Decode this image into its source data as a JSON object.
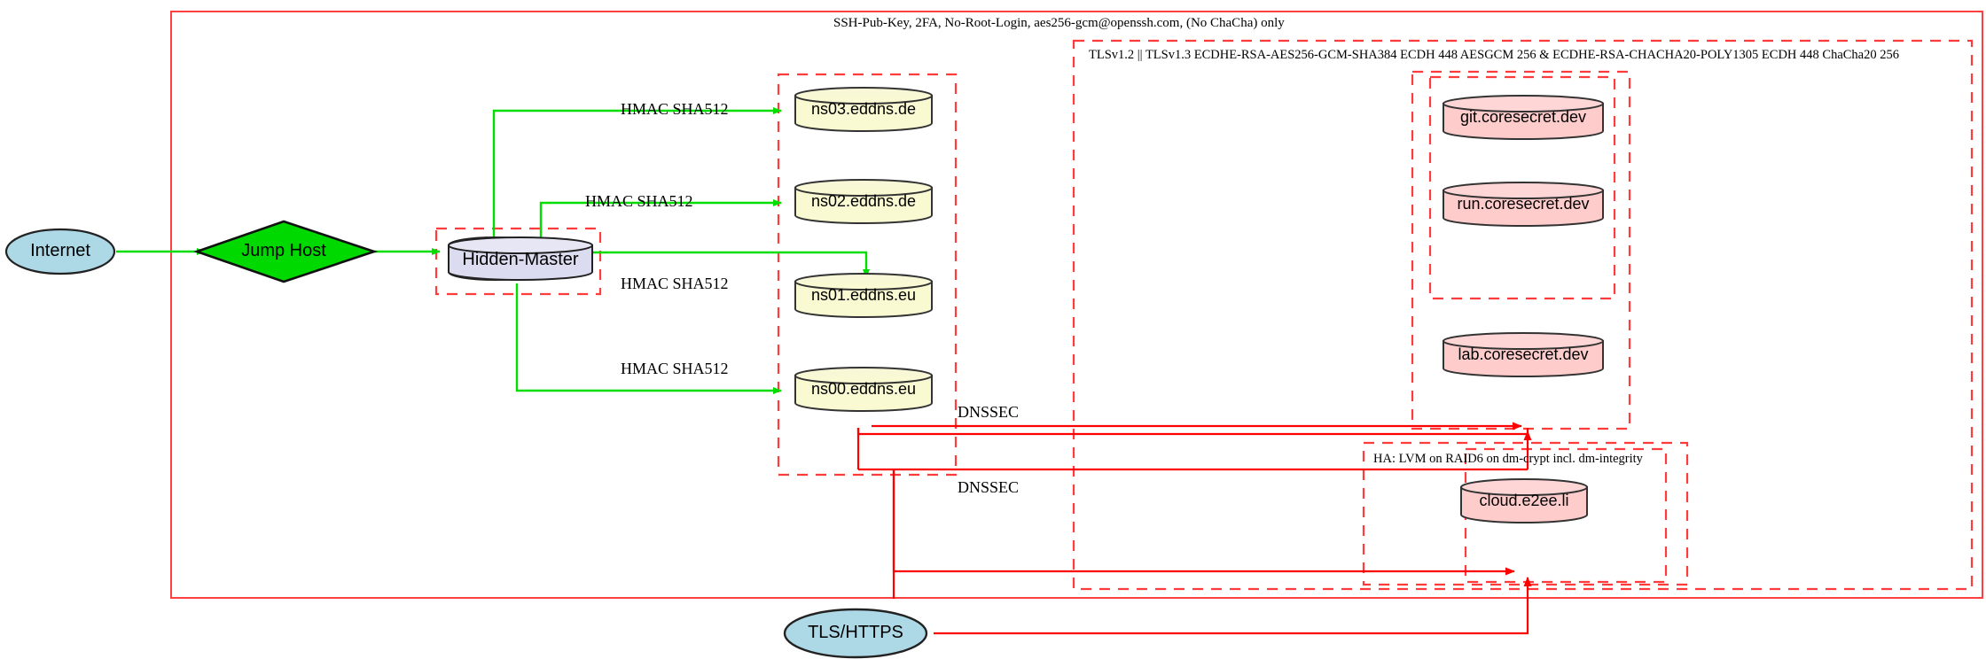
{
  "diagram": {
    "title_note": "SSH-Pub-Key, 2FA, No-Root-Login, aes256-gcm@openssh.com, (No ChaCha) only",
    "colors": {
      "boundary_red": "#ff0000",
      "edge_green": "#00dd00",
      "edge_red": "#ff0000",
      "internet_fill": "#add8e6",
      "jumphost_fill": "#00d900",
      "master_fill": "#dcdcf0",
      "dns_fill": "#fafad2",
      "service_fill": "#ffcccc",
      "tls_fill": "#add8e6"
    },
    "zones": {
      "outer_boundary_label": "SSH-Pub-Key, 2FA, No-Root-Login, aes256-gcm@openssh.com, (No ChaCha) only",
      "tls_zone_label": "TLSv1.2 || TLSv1.3 ECDHE-RSA-AES256-GCM-SHA384 ECDH 448 AESGCM 256 & ECDHE-RSA-CHACHA20-POLY1305 ECDH 448 ChaCha20 256",
      "ha_zone_label": "HA: LVM on RAID6 on dm-crypt incl. dm-integrity"
    },
    "nodes": [
      {
        "id": "internet",
        "label": "Internet",
        "shape": "ellipse"
      },
      {
        "id": "jumphost",
        "label": "Jump Host",
        "shape": "diamond"
      },
      {
        "id": "hidden-master",
        "label": "Hidden-Master",
        "shape": "cylinder"
      },
      {
        "id": "ns03",
        "label": "ns03.eddns.de",
        "shape": "cylinder"
      },
      {
        "id": "ns02",
        "label": "ns02.eddns.de",
        "shape": "cylinder"
      },
      {
        "id": "ns01",
        "label": "ns01.eddns.eu",
        "shape": "cylinder"
      },
      {
        "id": "ns00",
        "label": "ns00.eddns.eu",
        "shape": "cylinder"
      },
      {
        "id": "git",
        "label": "git.coresecret.dev",
        "shape": "cylinder"
      },
      {
        "id": "run",
        "label": "run.coresecret.dev",
        "shape": "cylinder"
      },
      {
        "id": "lab",
        "label": "lab.coresecret.dev",
        "shape": "cylinder"
      },
      {
        "id": "cloud",
        "label": "cloud.e2ee.li",
        "shape": "cylinder"
      },
      {
        "id": "tlshttps",
        "label": "TLS/HTTPS",
        "shape": "ellipse"
      }
    ],
    "edge_labels": {
      "hmac": "HMAC SHA512",
      "dnssec": "DNSSEC"
    },
    "edges": [
      {
        "from": "internet",
        "to": "jumphost",
        "label": "",
        "color": "green"
      },
      {
        "from": "jumphost",
        "to": "hidden-master",
        "label": "",
        "color": "green"
      },
      {
        "from": "hidden-master",
        "to": "ns03",
        "label": "HMAC SHA512",
        "color": "green"
      },
      {
        "from": "hidden-master",
        "to": "ns02",
        "label": "HMAC SHA512",
        "color": "green"
      },
      {
        "from": "hidden-master",
        "to": "ns01",
        "label": "HMAC SHA512",
        "color": "green"
      },
      {
        "from": "hidden-master",
        "to": "ns00",
        "label": "HMAC SHA512",
        "color": "green"
      },
      {
        "from": "ns-zone",
        "to": "coresecret",
        "label": "DNSSEC",
        "color": "red"
      },
      {
        "from": "ns-zone",
        "to": "ha-zone",
        "label": "DNSSEC",
        "color": "red"
      },
      {
        "from": "tlshttps",
        "to": "coresecret",
        "label": "",
        "color": "red"
      },
      {
        "from": "tlshttps",
        "to": "ha-zone",
        "label": "",
        "color": "red"
      }
    ]
  }
}
